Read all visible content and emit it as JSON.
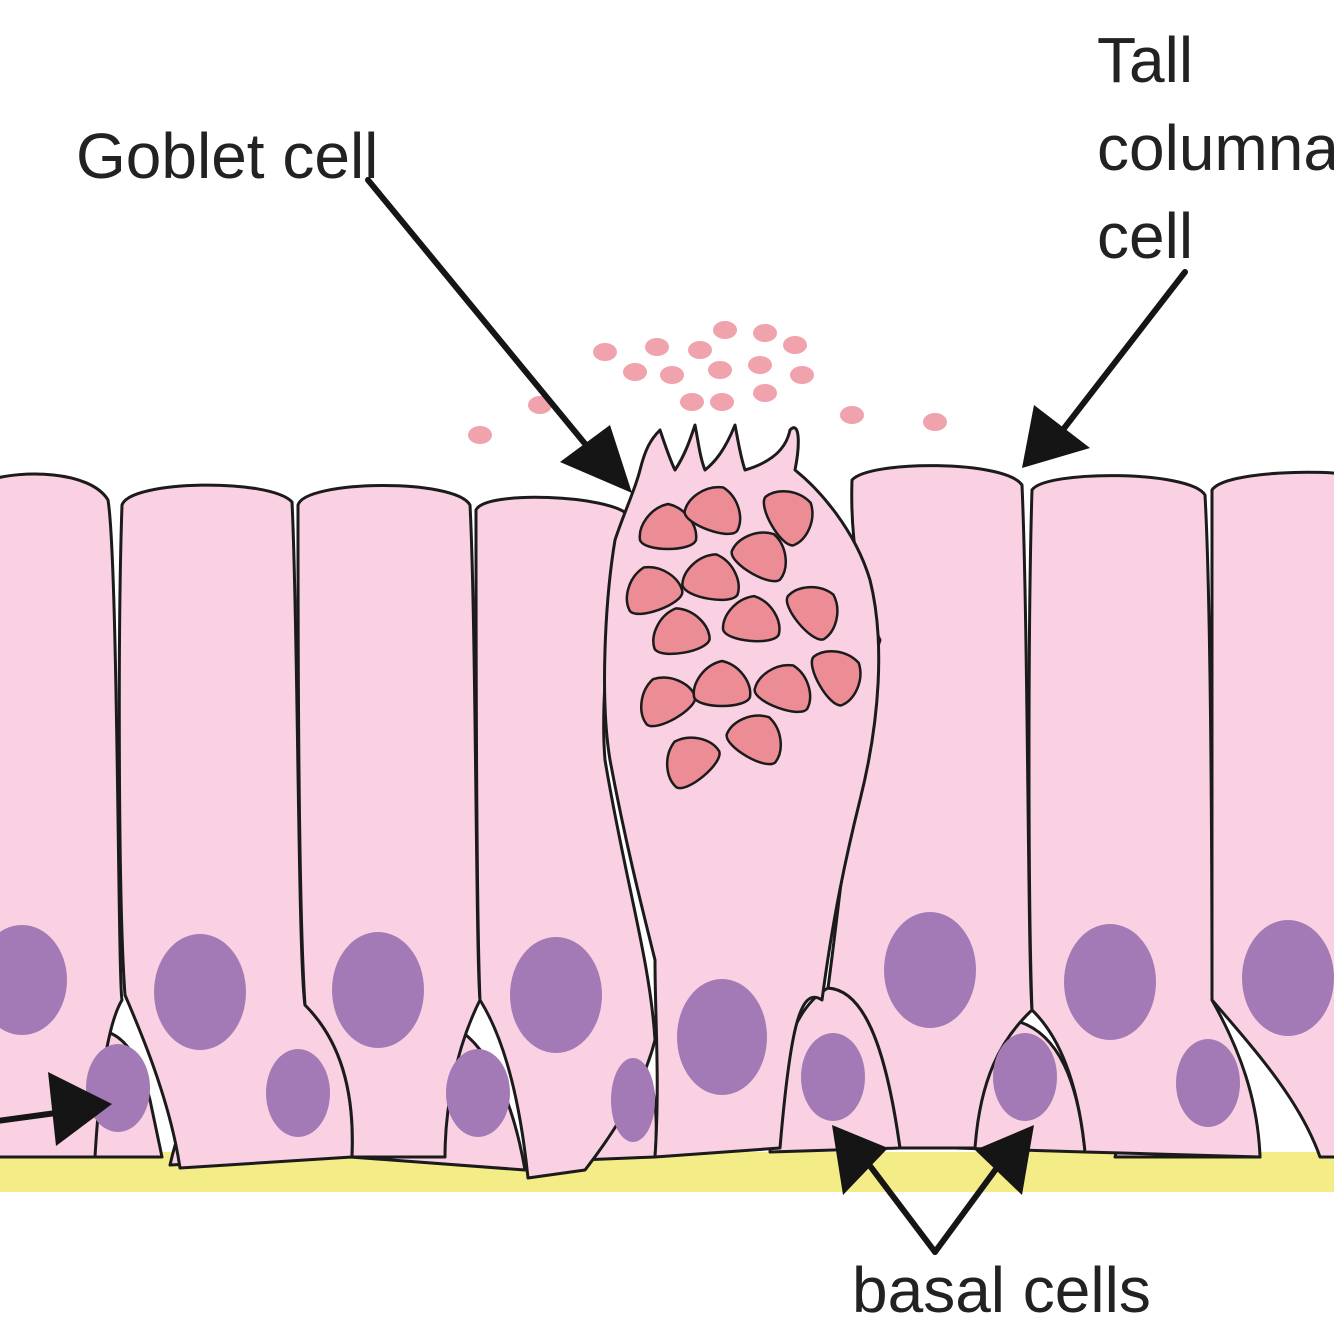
{
  "labels": {
    "goblet_cell": "Goblet cell",
    "tall_columnar_cell": [
      "Tall",
      "columnar",
      "cell"
    ],
    "basal_cells": "basal cells"
  },
  "colors": {
    "cell_fill": "#f9d1e3",
    "cell_outline": "#1b1b1b",
    "nucleus": "#a37ab6",
    "mucus_granule": "#ec8d96",
    "secreted_mucus": "#f0a3ad",
    "basement_membrane": "#f4ec86",
    "arrow": "#151515"
  }
}
